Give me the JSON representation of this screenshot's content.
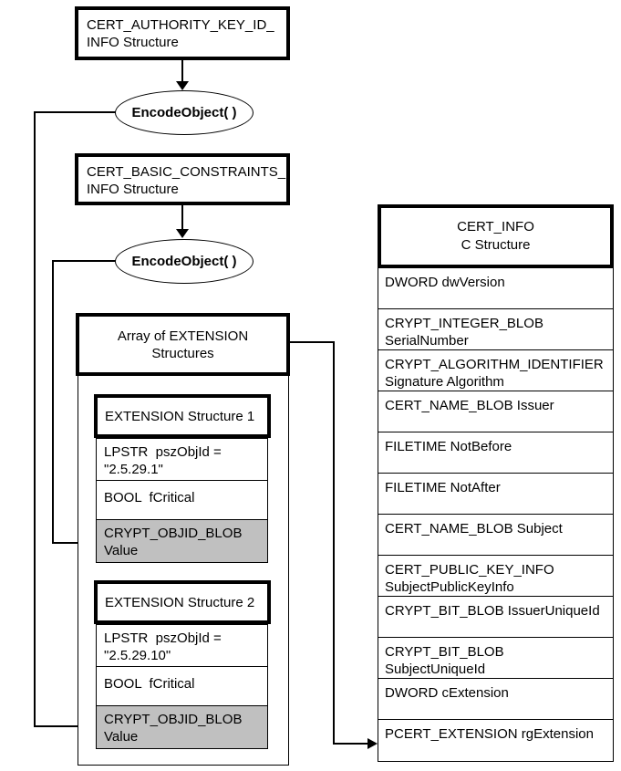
{
  "colors": {
    "shaded_cell": "#c0c0c0",
    "line": "#000000",
    "background": "#ffffff"
  },
  "flow": {
    "authority_box": {
      "lines": [
        "CERT_AUTHORITY_KEY_ID_",
        "INFO Structure"
      ]
    },
    "encode1_label": "EncodeObject( )",
    "basic_constraints_box": {
      "lines": [
        "CERT_BASIC_CONSTRAINTS_",
        "INFO Structure"
      ]
    },
    "encode2_label": "EncodeObject( )",
    "array_box": {
      "lines": [
        "Array of EXTENSION",
        "Structures"
      ]
    }
  },
  "extension1": {
    "title": "EXTENSION Structure 1",
    "fields": [
      {
        "lines": [
          "LPSTR  pszObjId =",
          "\"2.5.29.1\""
        ],
        "shaded": false
      },
      {
        "lines": [
          "BOOL  fCritical"
        ],
        "shaded": false
      },
      {
        "lines": [
          "CRYPT_OBJID_BLOB",
          "Value"
        ],
        "shaded": true
      }
    ]
  },
  "extension2": {
    "title": "EXTENSION Structure 2",
    "fields": [
      {
        "lines": [
          "LPSTR  pszObjId =",
          "\"2.5.29.10\""
        ],
        "shaded": false
      },
      {
        "lines": [
          "BOOL  fCritical"
        ],
        "shaded": false
      },
      {
        "lines": [
          "CRYPT_OBJID_BLOB",
          "Value"
        ],
        "shaded": true
      }
    ]
  },
  "cert_info": {
    "title_lines": [
      "CERT_INFO",
      "C Structure"
    ],
    "rows": [
      {
        "lines": [
          "DWORD dwVersion"
        ]
      },
      {
        "lines": [
          "CRYPT_INTEGER_BLOB",
          "SerialNumber"
        ]
      },
      {
        "lines": [
          "CRYPT_ALGORITHM_IDENTIFIER",
          "Signature Algorithm"
        ]
      },
      {
        "lines": [
          "CERT_NAME_BLOB Issuer"
        ]
      },
      {
        "lines": [
          "FILETIME NotBefore"
        ]
      },
      {
        "lines": [
          "FILETIME NotAfter"
        ]
      },
      {
        "lines": [
          "CERT_NAME_BLOB Subject"
        ]
      },
      {
        "lines": [
          "CERT_PUBLIC_KEY_INFO",
          "SubjectPublicKeyInfo"
        ]
      },
      {
        "lines": [
          "CRYPT_BIT_BLOB IssuerUniqueId"
        ]
      },
      {
        "lines": [
          "CRYPT_BIT_BLOB",
          "SubjectUniqueId"
        ]
      },
      {
        "lines": [
          "DWORD cExtension"
        ]
      },
      {
        "lines": [
          "PCERT_EXTENSION rgExtension"
        ]
      }
    ]
  }
}
